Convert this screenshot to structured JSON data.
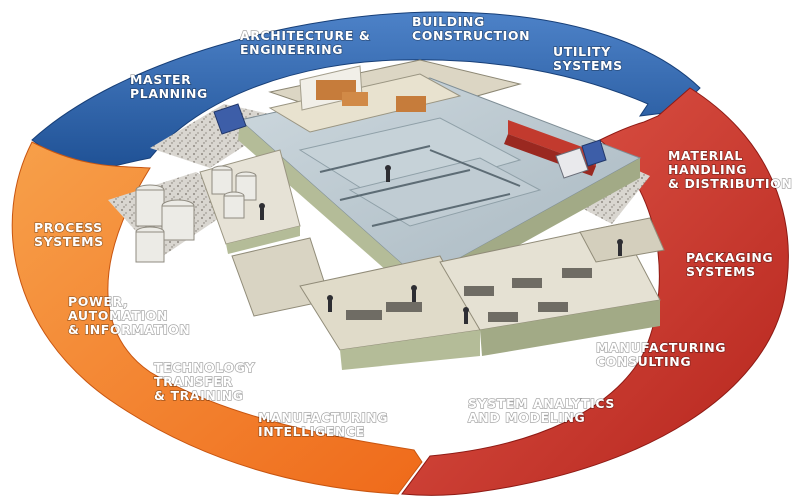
{
  "colors": {
    "blue_light": "#4d82c8",
    "blue_dark": "#1d4f93",
    "red_light": "#e25a4c",
    "red_dark": "#b5241c",
    "orange_light": "#f7a04a",
    "orange_dark": "#ef6a1a",
    "floor": "#b9c7cf",
    "wall": "#c9d0b0",
    "label_text": "#ffffff"
  },
  "segments": {
    "blue": {
      "items": [
        {
          "lines": [
            "MASTER",
            "PLANNING"
          ]
        },
        {
          "lines": [
            "ARCHITECTURE &",
            "ENGINEERING"
          ]
        },
        {
          "lines": [
            "BUILDING",
            "CONSTRUCTION"
          ]
        },
        {
          "lines": [
            "UTILITY",
            "SYSTEMS"
          ]
        }
      ]
    },
    "red": {
      "items": [
        {
          "lines": [
            "MATERIAL",
            "HANDLING",
            "& DISTRIBUTION"
          ]
        },
        {
          "lines": [
            "PACKAGING",
            "SYSTEMS"
          ]
        },
        {
          "lines": [
            "MANUFACTURING",
            "CONSULTING"
          ]
        },
        {
          "lines": [
            "SYSTEM ANALYTICS",
            "AND MODELING"
          ]
        }
      ]
    },
    "orange": {
      "items": [
        {
          "lines": [
            "PROCESS",
            "SYSTEMS"
          ]
        },
        {
          "lines": [
            "POWER,",
            "AUTOMATION",
            "& INFORMATION"
          ]
        },
        {
          "lines": [
            "TECHNOLOGY",
            "TRANSFER",
            "& TRAINING"
          ]
        },
        {
          "lines": [
            "MANUFACTURING",
            "INTELLIGENCE"
          ]
        }
      ]
    }
  },
  "illustration": {
    "icon": "isometric-factory-illustration"
  }
}
